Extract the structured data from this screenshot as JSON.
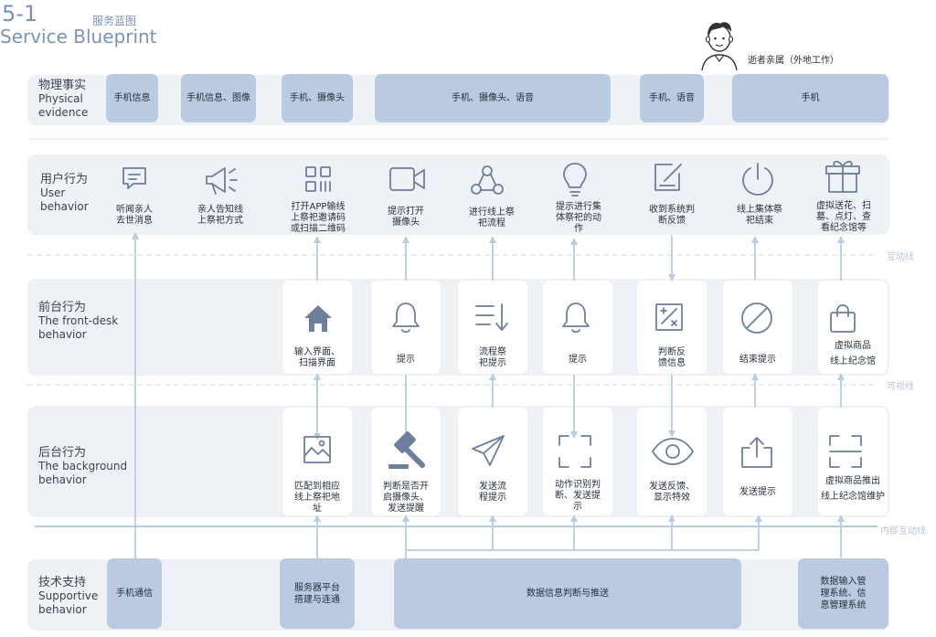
{
  "header": {
    "number": "5-1",
    "title_cn": "服务蓝图",
    "title_en": "Service Blueprint"
  },
  "persona": {
    "label": "逝者亲属（外地工作）",
    "icon": "person-avatar-icon"
  },
  "lanes": {
    "physical": {
      "cn": "物理事实",
      "en1": "Physical",
      "en2": "evidence"
    },
    "user": {
      "cn": "用户行为",
      "en1": "User",
      "en2": "behavior"
    },
    "front": {
      "cn": "前台行为",
      "en1": "The front-desk",
      "en2": "behavior"
    },
    "back": {
      "cn": "后台行为",
      "en1": "The background",
      "en2": "behavior"
    },
    "support": {
      "cn": "技术支持",
      "en1": "Supportive",
      "en2": "behavior"
    }
  },
  "lines": {
    "interaction": "互动线",
    "visibility": "可视线",
    "internal": "内部互动线"
  },
  "physical_evidence": [
    "手机信息",
    "手机信息、图像",
    "手机、摄像头",
    "手机、摄像头、语音",
    "手机、语音",
    "手机"
  ],
  "user_behavior": [
    {
      "icon": "chat-icon",
      "l1": "听闻亲人",
      "l2": "去世消息",
      "l3": ""
    },
    {
      "icon": "megaphone-icon",
      "l1": "亲人告知线",
      "l2": "上祭祀方式",
      "l3": ""
    },
    {
      "icon": "qr-code-icon",
      "l1": "打开APP输线",
      "l2": "上祭祀邀请码",
      "l3": "或扫描二维码"
    },
    {
      "icon": "video-camera-icon",
      "l1": "提示打开",
      "l2": "摄像头",
      "l3": ""
    },
    {
      "icon": "group-icon",
      "l1": "进行线上祭",
      "l2": "祀流程",
      "l3": ""
    },
    {
      "icon": "lightbulb-icon",
      "l1": "提示进行集",
      "l2": "体祭祀的动",
      "l3": "作"
    },
    {
      "icon": "edit-icon",
      "l1": "收到系统判",
      "l2": "断反馈",
      "l3": ""
    },
    {
      "icon": "power-icon",
      "l1": "线上集体祭",
      "l2": "祀结束",
      "l3": ""
    },
    {
      "icon": "gift-icon",
      "l1": "虚拟送花、扫",
      "l2": "墓、点灯、查",
      "l3": "看纪念馆等"
    }
  ],
  "front_desk": [
    {
      "icon": "home-icon",
      "l1": "输入界面、",
      "l2": "扫描界面"
    },
    {
      "icon": "bell-icon",
      "l1": "提示",
      "l2": ""
    },
    {
      "icon": "list-sort-icon",
      "l1": "流程祭",
      "l2": "祀提示"
    },
    {
      "icon": "bell-icon",
      "l1": "提示",
      "l2": ""
    },
    {
      "icon": "judge-icon",
      "l1": "判断反",
      "l2": "馈信息"
    },
    {
      "icon": "stop-icon",
      "l1": "结束提示",
      "l2": ""
    },
    {
      "icon": "shopping-bag-icon",
      "l1": "虚拟商品",
      "l2": "线上纪念馆"
    }
  ],
  "background": [
    {
      "icon": "image-icon",
      "l1": "匹配到相应",
      "l2": "线上祭祀地",
      "l3": "址"
    },
    {
      "icon": "gavel-icon",
      "l1": "判断是否开",
      "l2": "启摄像头、",
      "l3": "发送提醒"
    },
    {
      "icon": "send-icon",
      "l1": "发送流",
      "l2": "程提示",
      "l3": ""
    },
    {
      "icon": "scan-frame-icon",
      "l1": "动作识别判",
      "l2": "断、发送提",
      "l3": "示"
    },
    {
      "icon": "eye-icon",
      "l1": "发送反馈、",
      "l2": "显示特效",
      "l3": ""
    },
    {
      "icon": "share-icon",
      "l1": "发送提示",
      "l2": "",
      "l3": ""
    },
    {
      "icon": "scan-icon",
      "l1": "虚拟商品推出",
      "l2": "线上纪念馆维护",
      "l3": ""
    }
  ],
  "support": [
    {
      "l1": "手机通信",
      "l2": "",
      "l3": ""
    },
    {
      "l1": "服务器平台",
      "l2": "搭建与连通",
      "l3": ""
    },
    {
      "l1": "数据信息判断与推送",
      "l2": "",
      "l3": ""
    },
    {
      "l1": "数据输入管",
      "l2": "理系统、信",
      "l3": "息管理系统"
    }
  ],
  "colors": {
    "lane": "#eef1f6",
    "chip": "#b9cae1",
    "line": "#b8cce4",
    "header": "#7b93b6",
    "icon": "#6d7f9a"
  }
}
